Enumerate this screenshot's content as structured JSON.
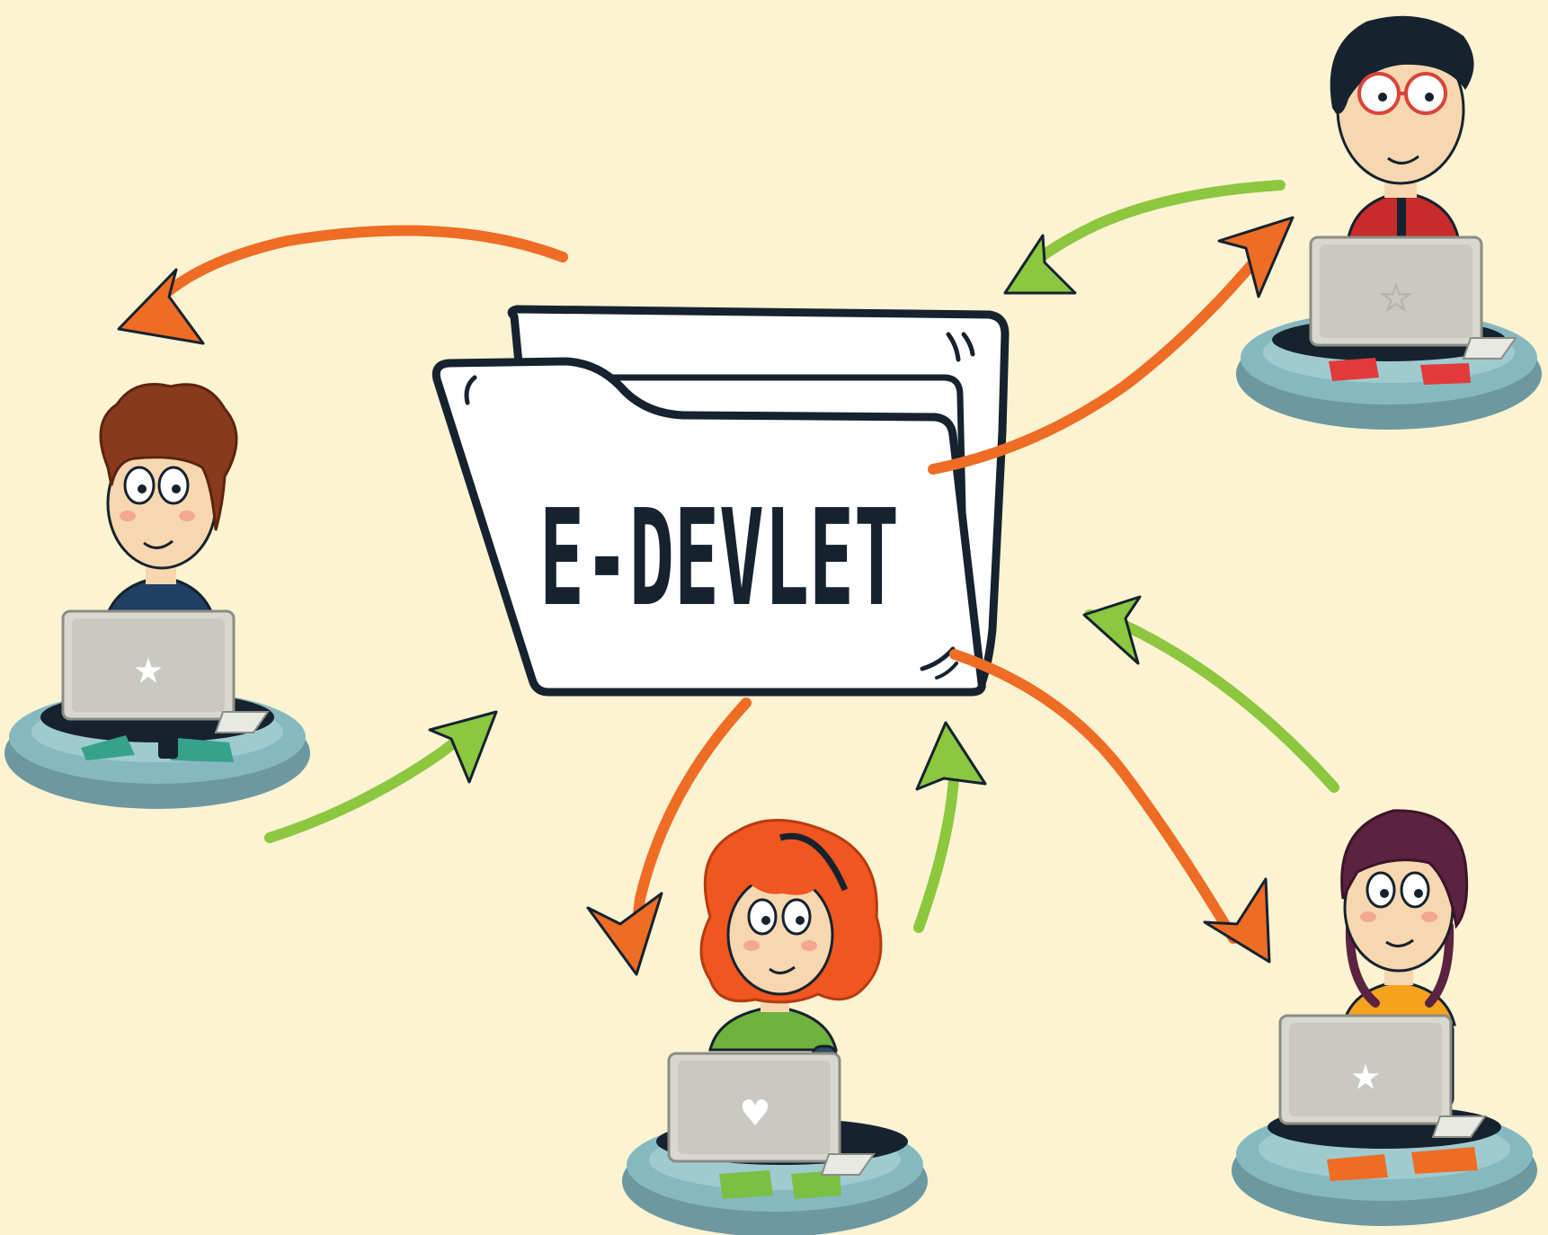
{
  "folder": {
    "label": "E-DEVLET"
  },
  "colors": {
    "background": "#fbf3d1",
    "outline": "#16222e",
    "outgoing_arrow": "#ef6c25",
    "incoming_arrow": "#8dc63f",
    "cushion": "#7fb2b8",
    "laptop": "#d8d8d0"
  },
  "people": [
    {
      "name": "curly-brown-hair-boy",
      "laptop_icon": "star-icon"
    },
    {
      "name": "boy-with-glasses",
      "laptop_icon": "star-icon"
    },
    {
      "name": "red-curly-hair-girl",
      "laptop_icon": "heart-icon"
    },
    {
      "name": "girl-with-braids",
      "laptop_icon": "star-icon"
    }
  ]
}
